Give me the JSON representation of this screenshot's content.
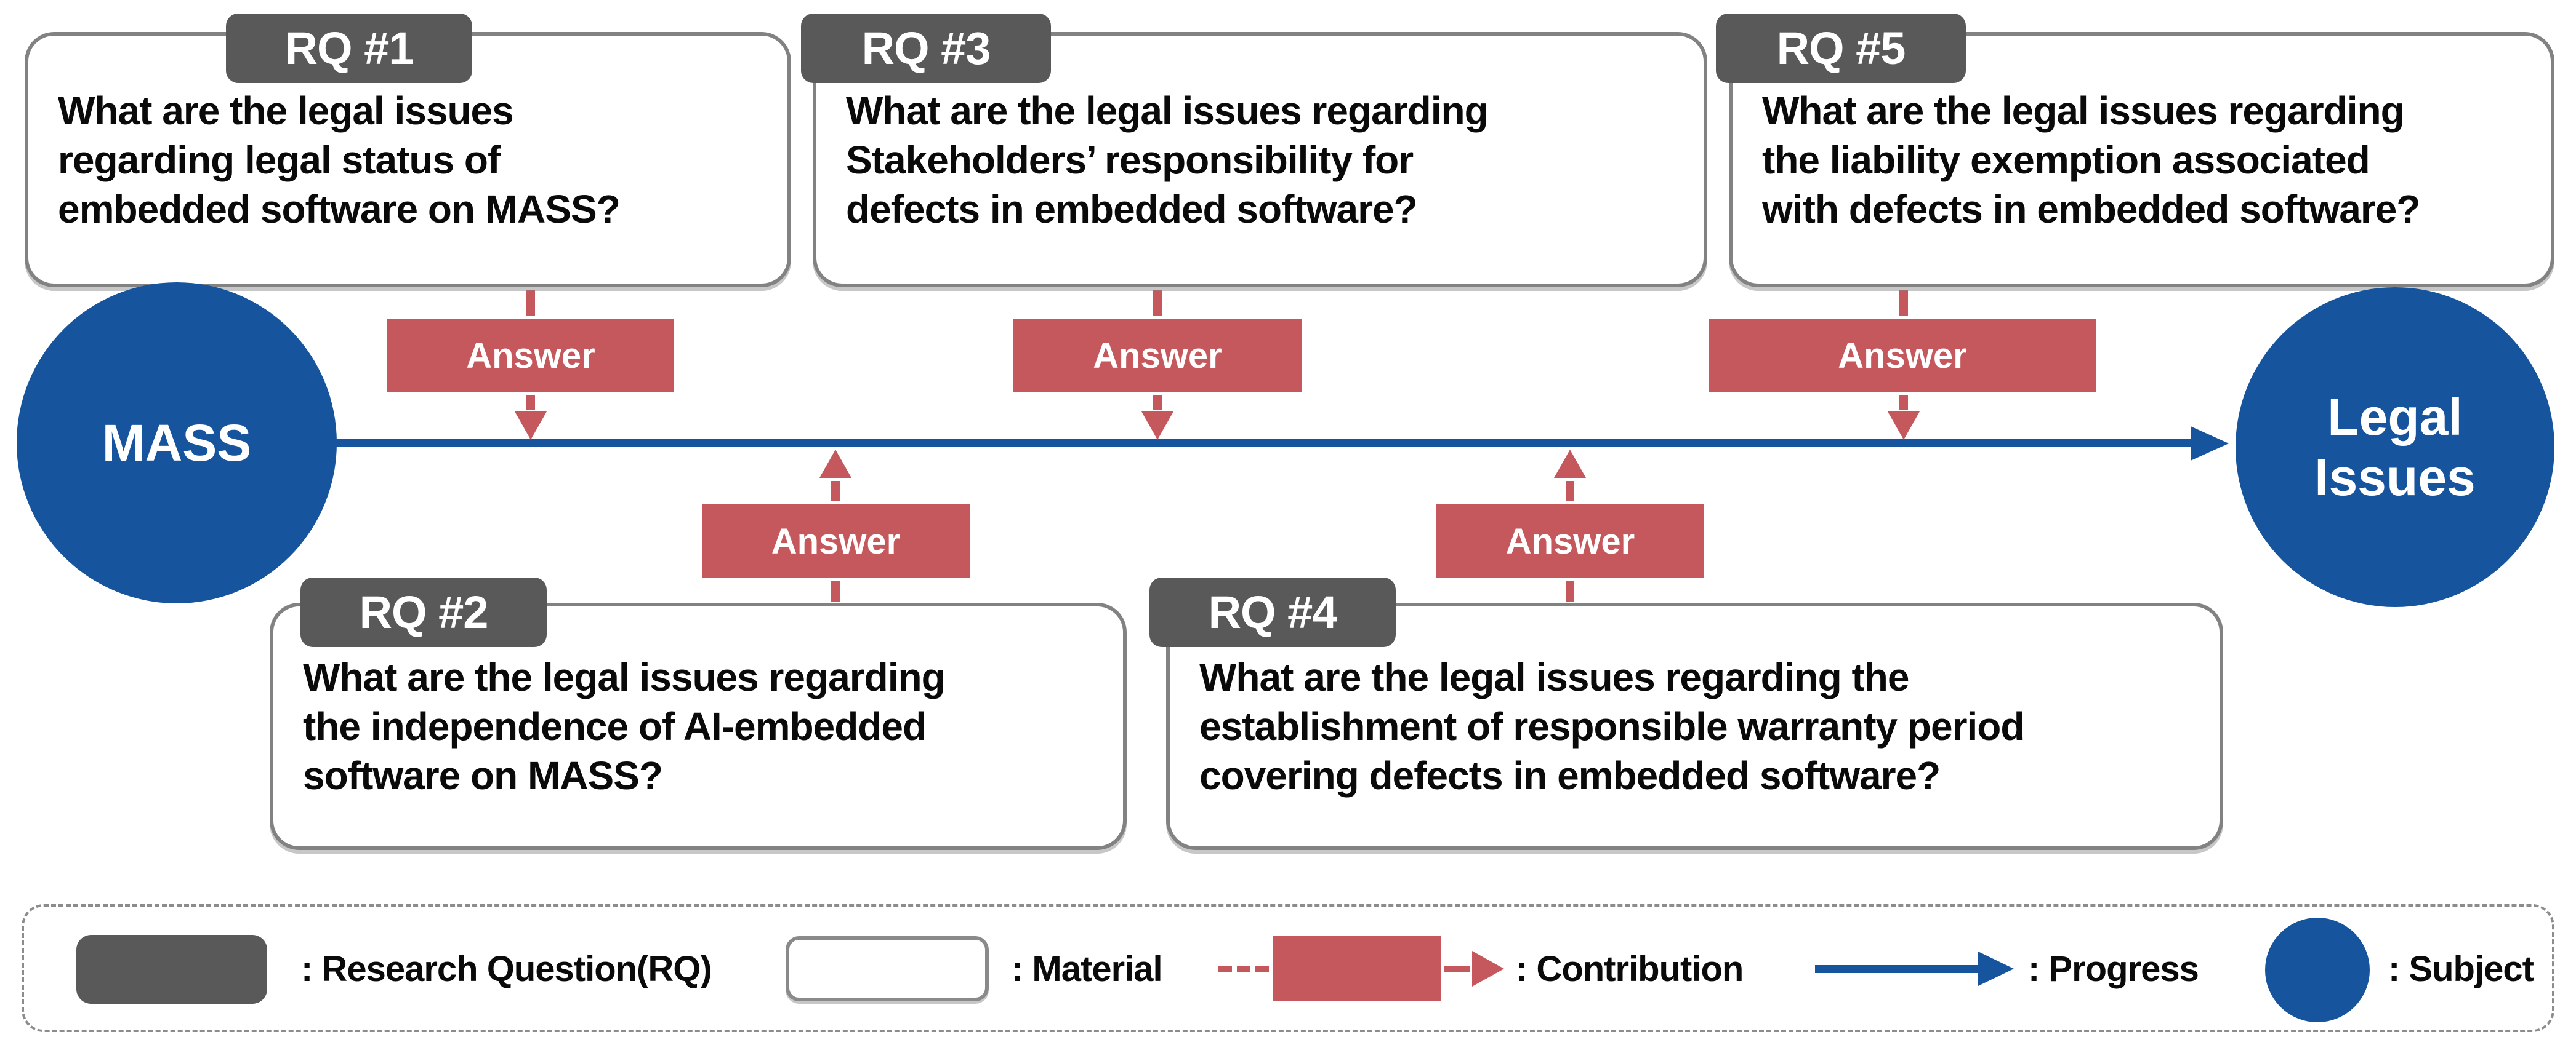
{
  "materials": [
    {
      "tab": "RQ #1",
      "question": "What are the legal issues\nregarding legal status of\nembedded software on MASS?"
    },
    {
      "tab": "RQ #2",
      "question": "What are the legal issues regarding\nthe independence of AI-embedded\nsoftware on MASS?"
    },
    {
      "tab": "RQ #3",
      "question": "What are the legal issues regarding\nStakeholders’ responsibility for\ndefects in embedded software?"
    },
    {
      "tab": "RQ #4",
      "question": "What are the legal issues regarding the\nestablishment of responsible warranty period\ncovering defects in embedded software?"
    },
    {
      "tab": "RQ #5",
      "question": "What are the legal issues regarding\nthe liability exemption associated\nwith defects in embedded software?"
    }
  ],
  "answers": [
    "Answer",
    "Answer",
    "Answer",
    "Answer",
    "Answer"
  ],
  "subjects": {
    "left": "MASS",
    "right": "Legal Issues"
  },
  "legend": {
    "items": [
      {
        "label": ": Research Question(RQ)"
      },
      {
        "label": ": Material"
      },
      {
        "label": ": Contribution"
      },
      {
        "label": ": Progress"
      },
      {
        "label": ": Subject"
      }
    ]
  },
  "colors": {
    "subject_blue": "#17549E",
    "contribution_red": "#C4585C",
    "rq_tab_gray": "#595959",
    "material_border_gray": "#828282"
  }
}
